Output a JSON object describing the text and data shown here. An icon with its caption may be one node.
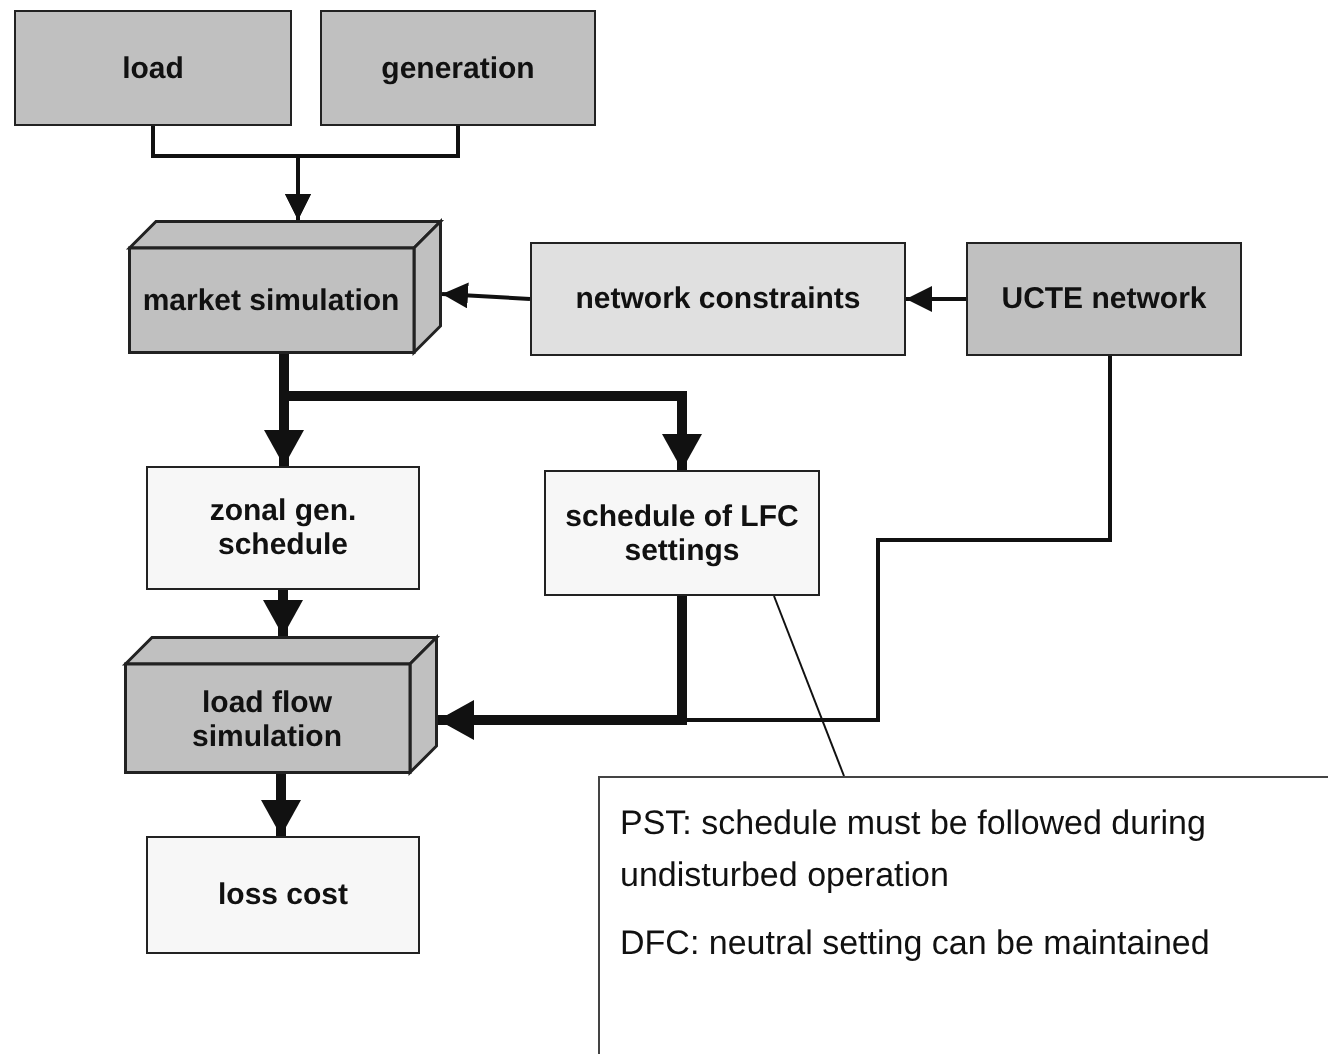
{
  "diagram": {
    "nodes": [
      {
        "text": [
          "load"
        ]
      },
      {
        "text": [
          "generation"
        ]
      },
      {
        "text": [
          "market simulation"
        ]
      },
      {
        "text": [
          "network constraints"
        ]
      },
      {
        "text": [
          "UCTE network"
        ]
      },
      {
        "text": [
          "zonal gen. schedule"
        ]
      },
      {
        "text": [
          "schedule of LFC settings"
        ]
      },
      {
        "text": [
          "load flow simulation"
        ]
      },
      {
        "text": [
          "loss cost"
        ]
      },
      {
        "text": [
          "PST: schedule must be followed during undisturbed operation",
          "DFC: neutral setting can be maintained"
        ]
      }
    ],
    "edges": [
      {
        "from": 0,
        "to": 2,
        "arrow": "to"
      },
      {
        "from": 1,
        "to": 2,
        "arrow": "to"
      },
      {
        "from": 3,
        "to": 2,
        "arrow": "to"
      },
      {
        "from": 4,
        "to": 3,
        "arrow": "to"
      },
      {
        "from": 2,
        "to": 5,
        "arrow": "to",
        "style": "thick"
      },
      {
        "from": 2,
        "to": 6,
        "arrow": "to",
        "style": "thick"
      },
      {
        "from": 5,
        "to": 7,
        "arrow": "to",
        "style": "thick"
      },
      {
        "from": 6,
        "to": 7,
        "arrow": "to",
        "style": "thick"
      },
      {
        "from": 4,
        "to": 7,
        "arrow": "to"
      },
      {
        "from": 7,
        "to": 8,
        "arrow": "to",
        "style": "thick"
      },
      {
        "from": 9,
        "to": 6,
        "arrow": "none"
      }
    ]
  }
}
